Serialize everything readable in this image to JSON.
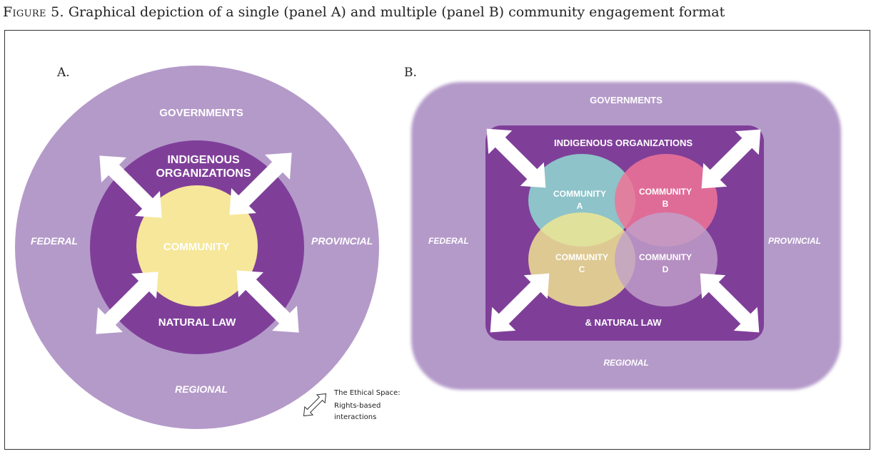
{
  "caption": {
    "figure_label": "Figure 5.",
    "text": "Graphical depiction of a single (panel A) and multiple (panel B) community engagement format"
  },
  "panel_a": {
    "letter": "A.",
    "governments": "GOVERNMENTS",
    "indigenous_line1": "INDIGENOUS",
    "indigenous_line2": "ORGANIZATIONS",
    "community": "COMMUNITY",
    "natural_law": "NATURAL LAW",
    "federal": "FEDERAL",
    "provincial": "PROVINCIAL",
    "regional": "REGIONAL"
  },
  "panel_b": {
    "letter": "B.",
    "governments": "GOVERNMENTS",
    "indigenous": "INDIGENOUS ORGANIZATIONS",
    "natural_law": "& NATURAL LAW",
    "federal": "FEDERAL",
    "provincial": "PROVINCIAL",
    "regional": "REGIONAL",
    "communities": [
      {
        "line1": "COMMUNITY",
        "line2": "A"
      },
      {
        "line1": "COMMUNITY",
        "line2": "B"
      },
      {
        "line1": "COMMUNITY",
        "line2": "C"
      },
      {
        "line1": "COMMUNITY",
        "line2": "D"
      }
    ]
  },
  "legend": {
    "line1": "The Ethical Space:",
    "line2": "Rights-based",
    "line3": "interactions"
  },
  "colors": {
    "outer": "#b49ac9",
    "inner": "#7f3f99",
    "community": "#f6e79a",
    "community_a": "#8fd6cf",
    "community_b": "#f07496",
    "community_c": "#f3e891",
    "community_d": "#c1a1c9",
    "arrow": "#ffffff"
  }
}
